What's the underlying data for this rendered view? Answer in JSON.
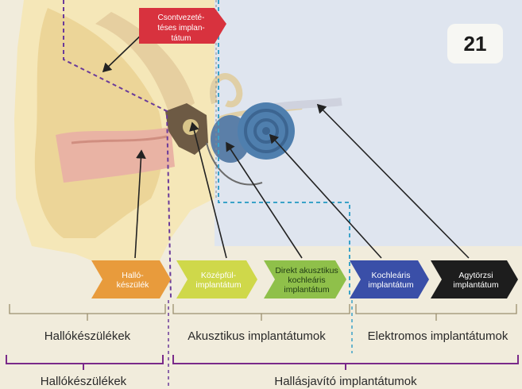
{
  "figure_number": "21",
  "callout_top": {
    "line1": "Csontvezeté-",
    "line2": "téses implan-",
    "line3": "tátum",
    "color": "#d8323e"
  },
  "devices": [
    {
      "line1": "Halló-",
      "line2": "készülék",
      "color": "#e89b3c",
      "text_color": "#ffffff"
    },
    {
      "line1": "Középfül-",
      "line2": "implantátum",
      "color": "#cfd84a",
      "text_color": "#ffffff"
    },
    {
      "line1": "Direkt akusztikus",
      "line2": "kochleáris",
      "line3": "implantátum",
      "color": "#8fc04a",
      "text_color": "#1f3a14"
    },
    {
      "line1": "Kochleáris",
      "line2": "implantátum",
      "color": "#3a4fa8",
      "text_color": "#ffffff"
    },
    {
      "line1": "Agytörzsi",
      "line2": "implantátum",
      "color": "#1d1d1d",
      "text_color": "#ffffff"
    }
  ],
  "groups_row1": [
    "Hallókészülékek",
    "Akusztikus implantátumok",
    "Elektromos implantátumok"
  ],
  "groups_row2": [
    "Hallókészülékek",
    "Hallásjavító implantátumok"
  ],
  "colors": {
    "bracket": "#7a2a8a",
    "dashed_blue": "#3aa2c8",
    "dashed_purple": "#6a3a9a",
    "cochlea": "#4f7fae"
  }
}
